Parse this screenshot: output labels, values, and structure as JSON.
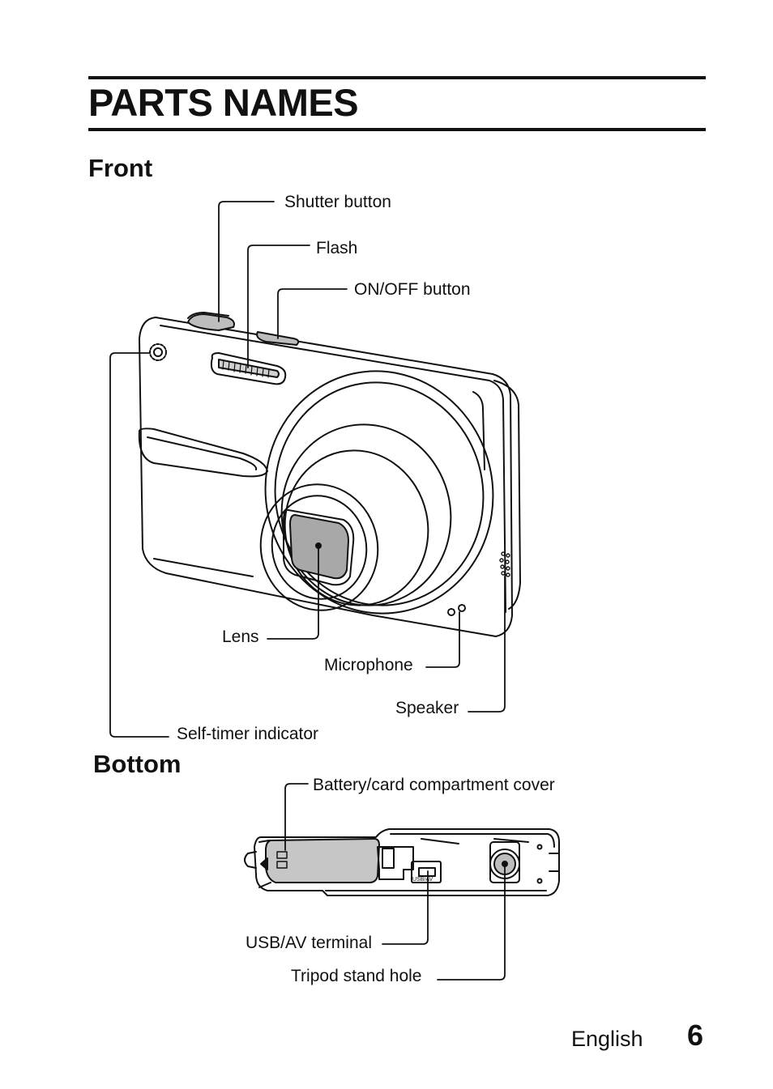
{
  "header": {
    "title": "PARTS NAMES"
  },
  "front": {
    "title": "Front",
    "labels": {
      "shutter": "Shutter button",
      "flash": "Flash",
      "onoff": "ON/OFF button",
      "lens": "Lens",
      "microphone": "Microphone",
      "speaker": "Speaker",
      "selftimer": "Self-timer indicator"
    }
  },
  "bottom": {
    "title": "Bottom",
    "labels": {
      "battery": "Battery/card compartment cover",
      "usb": "USB/AV terminal",
      "tripod": "Tripod stand hole"
    },
    "usb_marking": "USB/AV"
  },
  "footer": {
    "language": "English",
    "page_number": "6"
  }
}
